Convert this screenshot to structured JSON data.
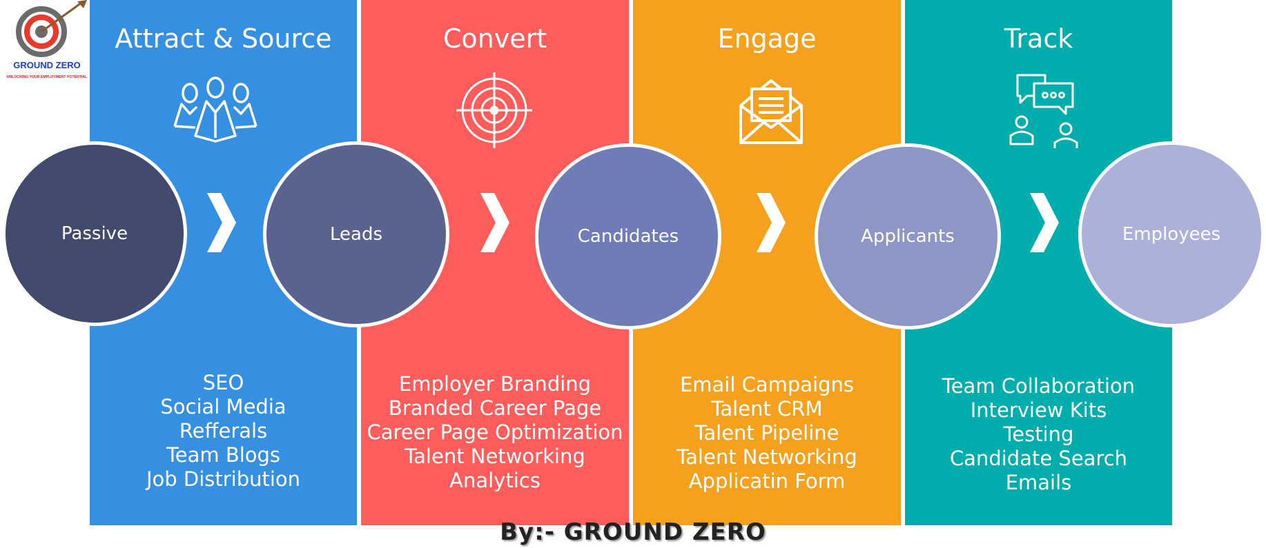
{
  "logo": {
    "name": "GROUND ZERO",
    "tagline": "UNLOCKING YOUR EMPLOYMENT POTENTIAL"
  },
  "colors": {
    "blue": "#3690E2",
    "red": "#FF5C5C",
    "orange": "#F5A11E",
    "teal": "#00ADAD",
    "passive": "#424A6E",
    "leads": "#5A6290",
    "candidates": "#6F7CB8",
    "applicants": "#8E96C6",
    "employees": "#ABB1D8"
  },
  "stages": [
    {
      "title": "Attract & Source",
      "icon": "people-group-icon",
      "items": [
        "SEO",
        "Social Media",
        "Refferals",
        "Team Blogs",
        "Job Distribution"
      ]
    },
    {
      "title": "Convert",
      "icon": "target-icon",
      "items": [
        "Employer Branding",
        "Branded Career Page",
        "Career Page Optimization",
        "Talent Networking",
        "Analytics"
      ]
    },
    {
      "title": "Engage",
      "icon": "envelope-icon",
      "items": [
        "Email Campaigns",
        "Talent CRM",
        "Talent Pipeline",
        "Talent Networking",
        "Applicatin Form"
      ]
    },
    {
      "title": "Track",
      "icon": "chat-people-icon",
      "items": [
        "Team Collaboration",
        "Interview Kits",
        "Testing",
        "Candidate Search",
        "Emails"
      ]
    }
  ],
  "funnel": [
    "Passive",
    "Leads",
    "Candidates",
    "Applicants",
    "Employees"
  ],
  "footer": "By:- GROUND ZERO"
}
